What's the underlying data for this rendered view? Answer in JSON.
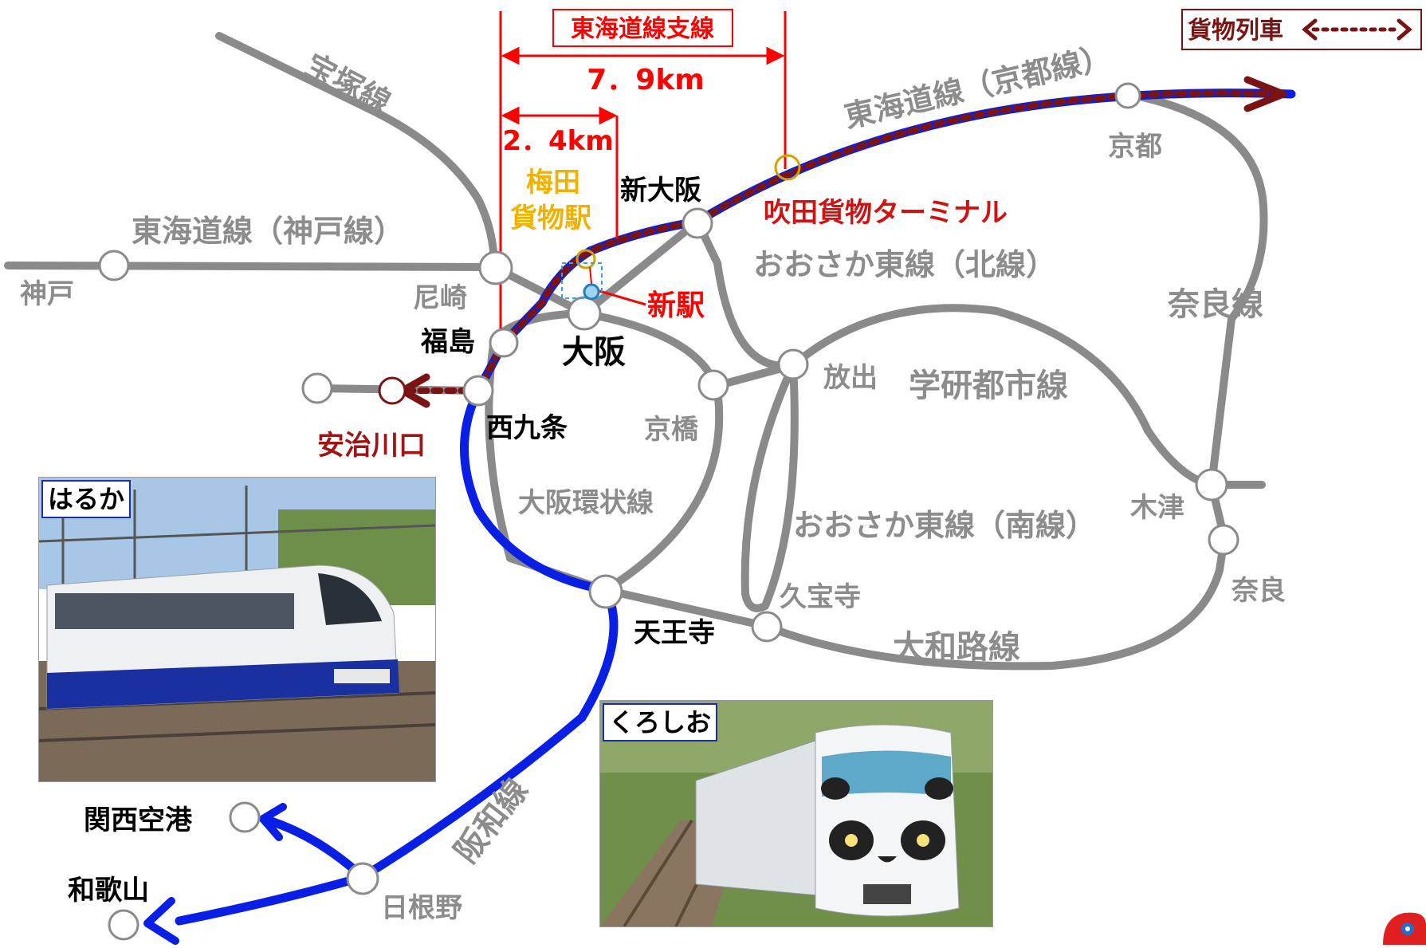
{
  "colors": {
    "line_gray": "#8a8a8a",
    "haruka_blue": "#0a1fe6",
    "freight_brown": "#7a1414",
    "accent_red": "#ff0000",
    "umeda_yellow": "#f2b000",
    "label_gray": "#8c8c8c"
  },
  "header": {
    "branch_title": "東海道線支線",
    "branch_length": "7．9km",
    "umeda_length": "2．4km",
    "freight_legend": "貨物列車"
  },
  "lines": {
    "takarazuka": "宝塚線",
    "kobe": "東海道線（神戸線）",
    "kyoto": "東海道線（京都線）",
    "osaka_higashi_north": "おおさか東線（北線）",
    "nara": "奈良線",
    "gakken": "学研都市線",
    "loop": "大阪環状線",
    "osaka_higashi_south": "おおさか東線（南線）",
    "yamatoji": "大和路線",
    "hanwa": "阪和線"
  },
  "stations": {
    "kobe": "神戸",
    "amagasaki": "尼崎",
    "fukushima": "福島",
    "osaka": "大阪",
    "shin_osaka": "新大阪",
    "umeda_freight_line1": "梅田",
    "umeda_freight_line2": "貨物駅",
    "new_station": "新駅",
    "suita_terminal": "吹田貨物ターミナル",
    "kyoto": "京都",
    "hanaten": "放出",
    "kyobashi": "京橋",
    "nishikujo": "西九条",
    "ajikawaguchi": "安治川口",
    "tennoji": "天王寺",
    "kyuhoji": "久宝寺",
    "kizu": "木津",
    "nara": "奈良",
    "hineno": "日根野",
    "kansai_airport": "関西空港",
    "wakayama": "和歌山"
  },
  "photos": {
    "haruka_label": "はるか",
    "kuroshio_label": "くろしお"
  },
  "icons": [
    "arrow-right-icon",
    "arrow-left-icon",
    "arrow-double-dotted-icon",
    "mascot-icon"
  ]
}
